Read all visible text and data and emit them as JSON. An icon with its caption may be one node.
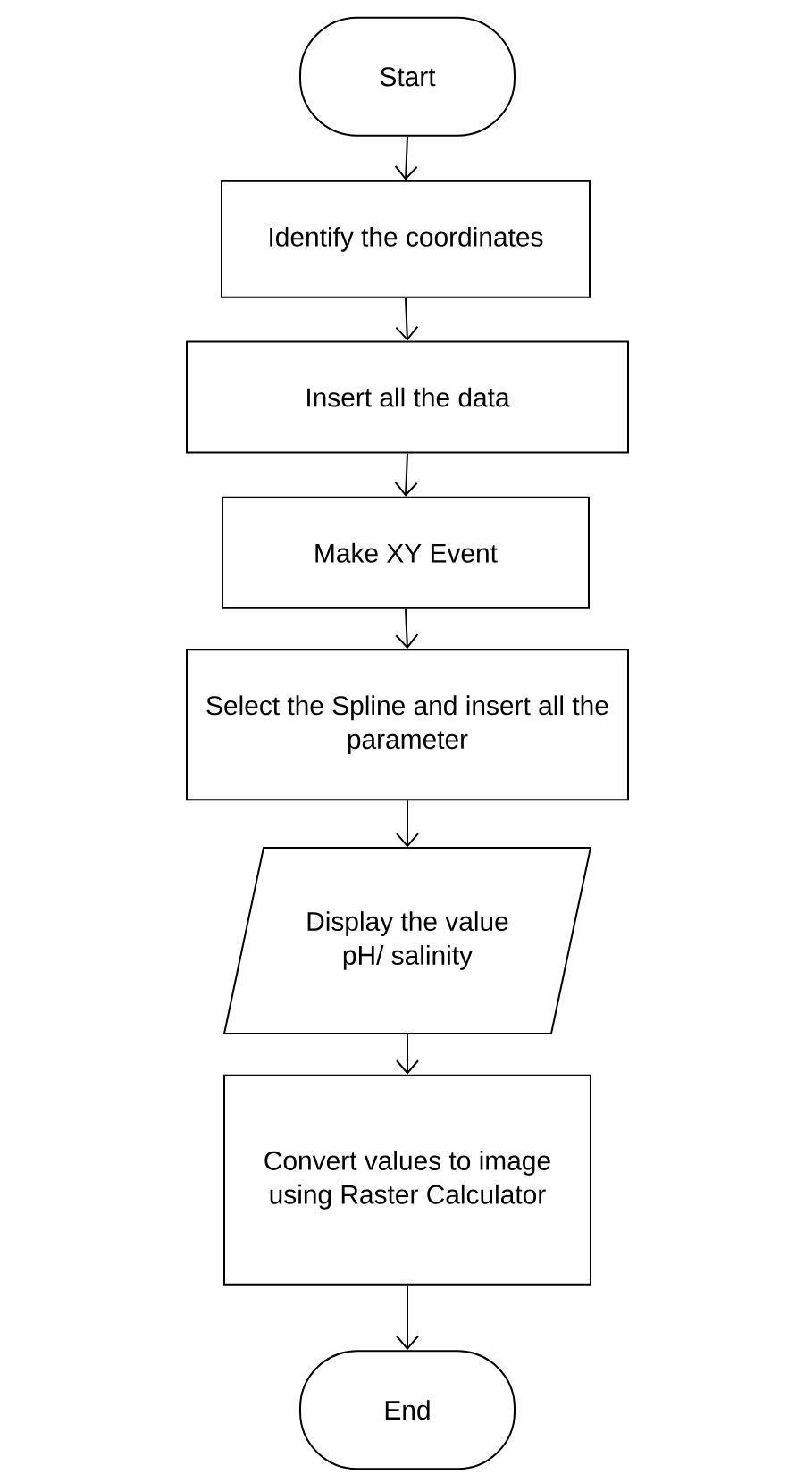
{
  "diagram": {
    "nodes": [
      {
        "text": [
          "Start"
        ]
      },
      {
        "text": [
          "Identify the coordinates"
        ]
      },
      {
        "text": [
          "Insert all the data"
        ]
      },
      {
        "text": [
          "Make XY Event"
        ]
      },
      {
        "text": [
          "Select the Spline and insert all the parameter"
        ]
      },
      {
        "text": [
          "Display the value pH/ salinity"
        ]
      },
      {
        "text": [
          "Convert values to image using Raster Calculator"
        ]
      },
      {
        "text": [
          "End"
        ]
      }
    ],
    "edges": [
      {
        "from": 0,
        "to": 1,
        "arrow": "to"
      },
      {
        "from": 1,
        "to": 2,
        "arrow": "to"
      },
      {
        "from": 2,
        "to": 3,
        "arrow": "to"
      },
      {
        "from": 3,
        "to": 4,
        "arrow": "to"
      },
      {
        "from": 4,
        "to": 5,
        "arrow": "to"
      },
      {
        "from": 5,
        "to": 6,
        "arrow": "to"
      },
      {
        "from": 6,
        "to": 7,
        "arrow": "to"
      }
    ]
  }
}
